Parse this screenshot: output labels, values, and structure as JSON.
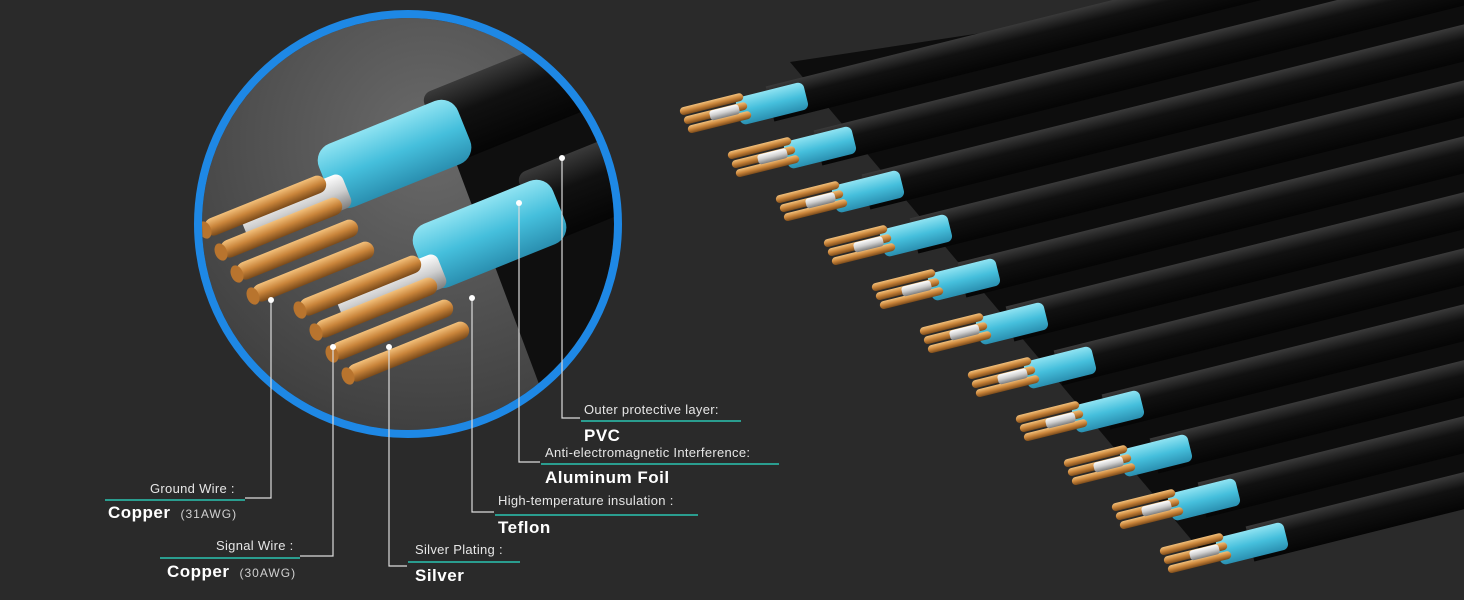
{
  "colors": {
    "background": "#2a2a2a",
    "ring": "#1e88e5",
    "insulation": "#4fc3df",
    "jacket": "#141414",
    "copper": "#d08a3a",
    "silver": "#e8e8e8",
    "underline": "#2a9d8f"
  },
  "labels": {
    "ground_wire": {
      "title": "Ground Wire :",
      "material": "Copper",
      "gauge": "(31AWG)"
    },
    "signal_wire": {
      "title": "Signal Wire :",
      "material": "Copper",
      "gauge": "(30AWG)"
    },
    "silver_plating": {
      "title": "Silver Plating :",
      "material": "Silver"
    },
    "insulation": {
      "title": "High-temperature insulation :",
      "material": "Teflon"
    },
    "shielding": {
      "title": "Anti-electromagnetic Interference:",
      "material": "Aluminum Foil"
    },
    "jacket": {
      "title": "Outer protective layer:",
      "material": "PVC"
    }
  }
}
